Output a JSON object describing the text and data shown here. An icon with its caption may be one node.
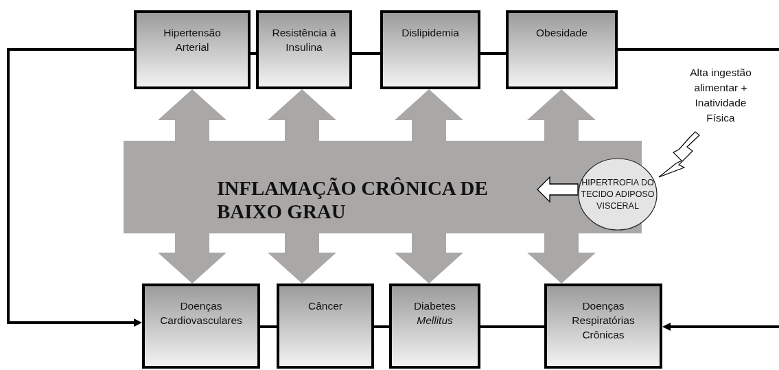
{
  "diagram": {
    "nodes": [
      {
        "text": [
          "Hipertensão Arterial"
        ]
      },
      {
        "text": [
          "Resistência à Insulina"
        ]
      },
      {
        "text": [
          "Dislipidemia"
        ]
      },
      {
        "text": [
          "Obesidade"
        ]
      },
      {
        "text": [
          "INFLAMAÇÃO CRÔNICA DE BAIXO GRAU"
        ]
      },
      {
        "text": [
          "HIPERTROFIA DO TECIDO ADIPOSO VISCERAL"
        ]
      },
      {
        "text": [
          "Alta ingestão alimentar + Inatividade Física"
        ]
      },
      {
        "text": [
          "Doenças Cardiovasculares"
        ]
      },
      {
        "text": [
          "Câncer"
        ]
      },
      {
        "text": [
          "Diabetes *Mellitus*"
        ]
      },
      {
        "text": [
          "Doenças Respiratórias Crônicas"
        ]
      }
    ],
    "edges": [
      {
        "from": 0,
        "to": 1,
        "arrow": "none"
      },
      {
        "from": 1,
        "to": 2,
        "arrow": "none"
      },
      {
        "from": 2,
        "to": 3,
        "arrow": "none"
      },
      {
        "from": 7,
        "to": 8,
        "arrow": "none"
      },
      {
        "from": 8,
        "to": 9,
        "arrow": "none"
      },
      {
        "from": 9,
        "to": 10,
        "arrow": "none"
      },
      {
        "from": 0,
        "to": 7,
        "arrow": "to"
      },
      {
        "from": 3,
        "to": null,
        "arrow": "none"
      },
      {
        "from": null,
        "to": 10,
        "arrow": "to"
      },
      {
        "from": 4,
        "to": 0,
        "arrow": "to",
        "style": "thick",
        "color": "#aaa7a7"
      },
      {
        "from": 4,
        "to": 1,
        "arrow": "to",
        "style": "thick",
        "color": "#aaa7a7"
      },
      {
        "from": 4,
        "to": 2,
        "arrow": "to",
        "style": "thick",
        "color": "#aaa7a7"
      },
      {
        "from": 4,
        "to": 3,
        "arrow": "to",
        "style": "thick",
        "color": "#aaa7a7"
      },
      {
        "from": 4,
        "to": 7,
        "arrow": "to",
        "style": "thick",
        "color": "#aaa7a7"
      },
      {
        "from": 4,
        "to": 8,
        "arrow": "to",
        "style": "thick",
        "color": "#aaa7a7"
      },
      {
        "from": 4,
        "to": 9,
        "arrow": "to",
        "style": "thick",
        "color": "#aaa7a7"
      },
      {
        "from": 4,
        "to": 10,
        "arrow": "to",
        "style": "thick",
        "color": "#aaa7a7"
      },
      {
        "from": 5,
        "to": 4,
        "arrow": "to"
      },
      {
        "from": 6,
        "to": 5,
        "arrow": "to"
      }
    ]
  }
}
